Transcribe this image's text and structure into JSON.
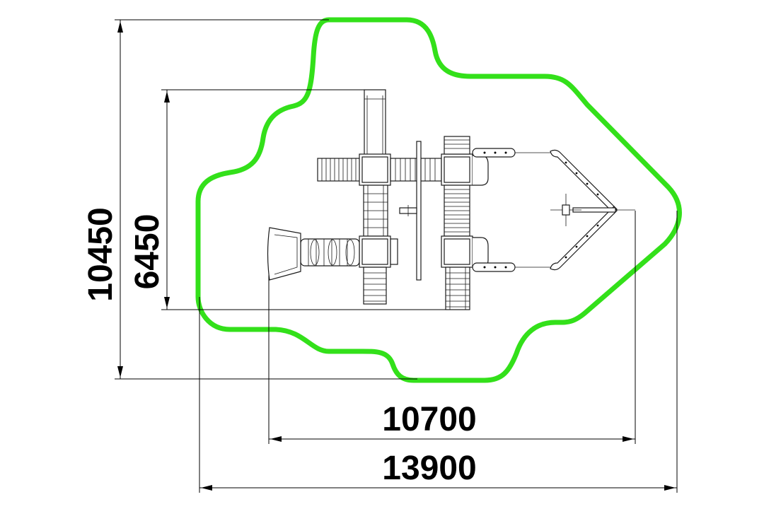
{
  "dimensions": {
    "outer_height": "10450",
    "inner_height": "6450",
    "inner_width": "10700",
    "outer_width": "13900"
  },
  "colors": {
    "safety_zone": "#33e01a",
    "lines": "#000000",
    "background": "#ffffff"
  }
}
